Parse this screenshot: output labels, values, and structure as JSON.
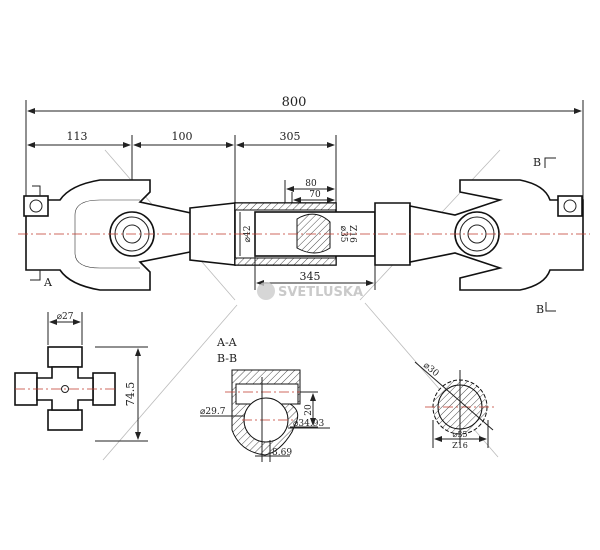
{
  "drawing": {
    "main_view": {
      "overall_length": "800",
      "segment_1": "113",
      "segment_2": "100",
      "segment_3": "305",
      "overlap_80": "80",
      "overlap_70": "70",
      "inner_length": "345",
      "tube_diameter": "⌀42",
      "spline_diameter": "⌀35",
      "spline_teeth": "Z16",
      "section_a_label": "A",
      "section_b_label": "B"
    },
    "cross_view": {
      "cap_diameter": "⌀27",
      "span": "74.5"
    },
    "section_view": {
      "title_a": "A-A",
      "title_b": "B-B",
      "inner_diameter": "⌀29.7",
      "outer_diameter": "⌀34.93",
      "offset": "20",
      "key_width": "8.69"
    },
    "spline_view": {
      "minor_diameter": "⌀30",
      "major_diameter": "⌀35",
      "teeth": "Z16"
    },
    "watermark": "SVETLUSKA",
    "colors": {
      "centerline": "#c0392b",
      "line": "#222222"
    }
  }
}
